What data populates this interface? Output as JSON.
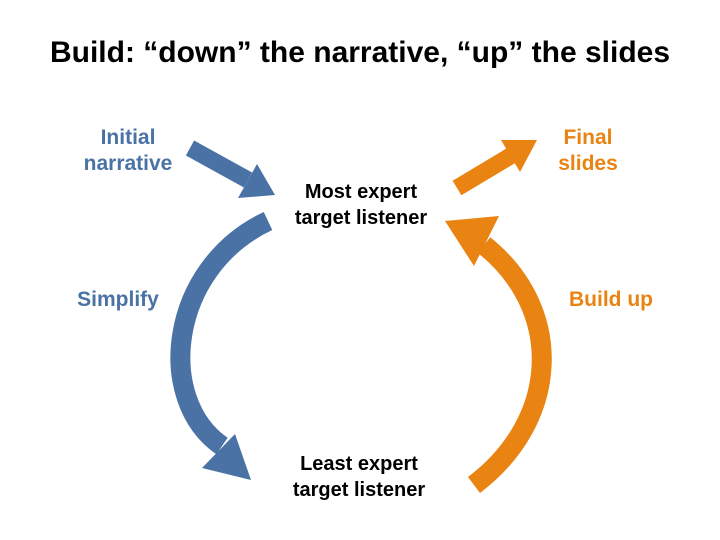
{
  "slide": {
    "title": "Build: “down” the narrative, “up” the slides"
  },
  "diagram": {
    "nodes": {
      "top": {
        "line1": "Most expert",
        "line2": "target listener"
      },
      "bottom": {
        "line1": "Least expert",
        "line2": "target listener"
      }
    },
    "labels": {
      "initial": {
        "line1": "Initial",
        "line2": "narrative"
      },
      "final": {
        "line1": "Final",
        "line2": "slides"
      },
      "simplify": "Simplify",
      "build_up": "Build up"
    },
    "colors": {
      "blue": "#4a72a4",
      "orange": "#e98412"
    }
  }
}
